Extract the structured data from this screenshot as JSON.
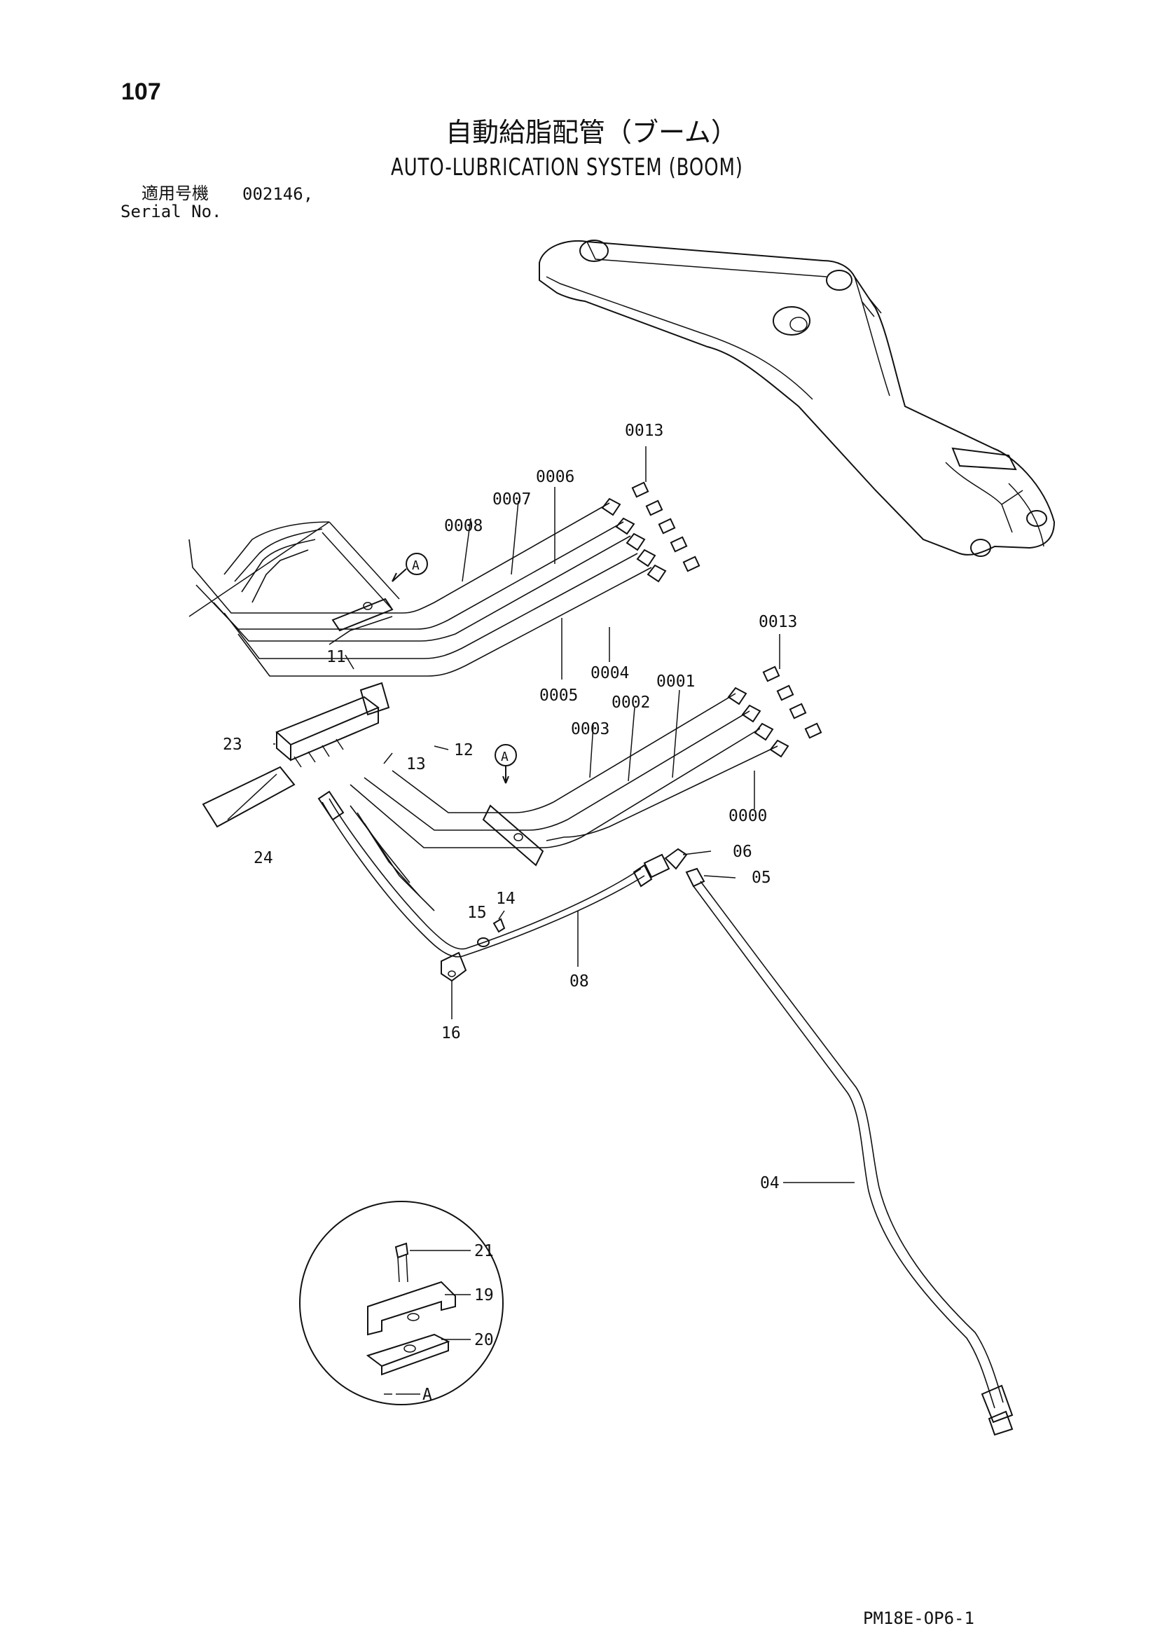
{
  "page_number": "107",
  "title_jp": "自動給脂配管（ブーム）",
  "title_en": "AUTO-LUBRICATION SYSTEM (BOOM)",
  "serial": {
    "label_jp": "適用号機",
    "value": "002146,",
    "label_en": "Serial No."
  },
  "doc_code": "PM18E-OP6-1",
  "callouts": {
    "c0013a": "0013",
    "c0006": "0006",
    "c0007": "0007",
    "c0008": "0008",
    "c0004": "0004",
    "c0005": "0005",
    "c0013b": "0013",
    "c0001": "0001",
    "c0002": "0002",
    "c0003": "0003",
    "c0000": "0000",
    "c11": "11",
    "c12": "12",
    "c13": "13",
    "c23": "23",
    "c24": "24",
    "c06": "06",
    "c05": "05",
    "c08": "08",
    "c14": "14",
    "c15": "15",
    "c16": "16",
    "c04": "04",
    "c21": "21",
    "c19": "19",
    "c20": "20",
    "view_a_1": "A",
    "view_a_2": "A",
    "detail_a": "A"
  }
}
